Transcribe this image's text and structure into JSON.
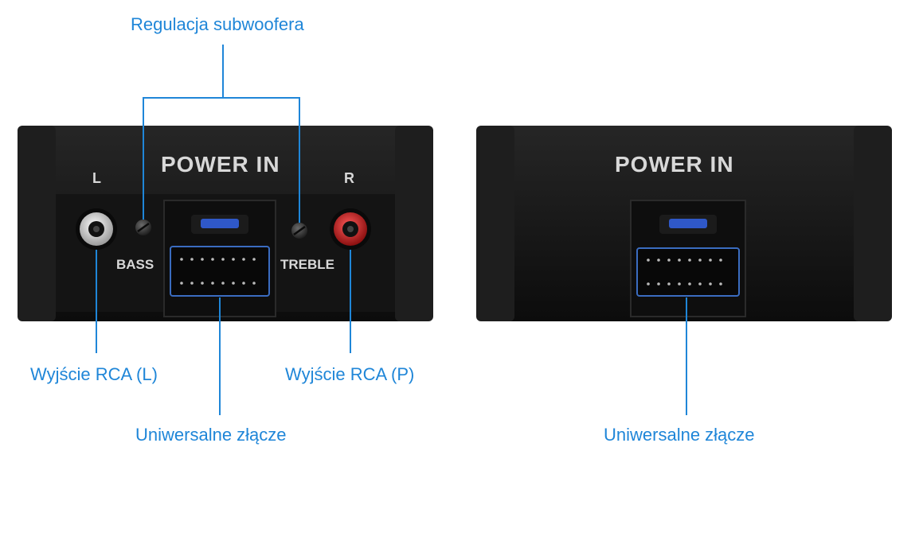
{
  "callouts": {
    "subwoofer": "Regulacja subwoofera",
    "rca_left": "Wyjście RCA (L)",
    "rca_right": "Wyjście RCA (P)",
    "connector_left": "Uniwersalne złącze",
    "connector_right": "Uniwersalne złącze"
  },
  "device_left": {
    "title": "POWER IN",
    "label_l": "L",
    "label_r": "R",
    "label_bass": "BASS",
    "label_treble": "TREBLE"
  },
  "device_right": {
    "title": "POWER IN"
  },
  "colors": {
    "callout": "#1f86d8",
    "housing": "#161616",
    "rca_white": "#e6e6e6",
    "rca_red": "#d42020",
    "fuse": "#2f58c8"
  }
}
